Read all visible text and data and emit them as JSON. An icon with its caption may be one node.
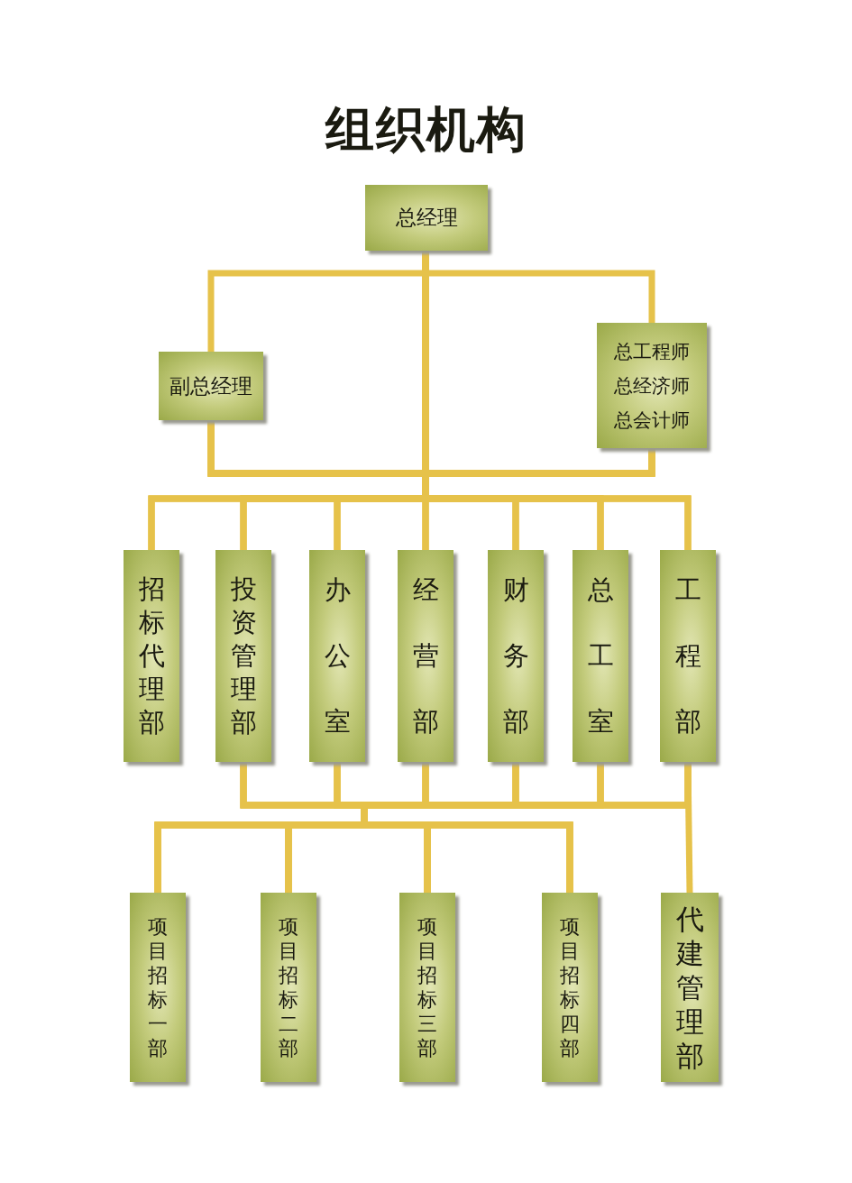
{
  "diagram": {
    "title": "组织机构",
    "nodes": [
      {
        "text": [
          "总经理"
        ]
      },
      {
        "text": [
          "副总经理"
        ]
      },
      {
        "text": [
          "总工程师",
          "总经济师",
          "总会计师"
        ]
      },
      {
        "text": [
          "招标代理部"
        ]
      },
      {
        "text": [
          "投资管理部"
        ]
      },
      {
        "text": [
          "办公室"
        ]
      },
      {
        "text": [
          "经营部"
        ]
      },
      {
        "text": [
          "财务部"
        ]
      },
      {
        "text": [
          "总工室"
        ]
      },
      {
        "text": [
          "工程部"
        ]
      },
      {
        "text": [
          "项目招标一部"
        ]
      },
      {
        "text": [
          "项目招标二部"
        ]
      },
      {
        "text": [
          "项目招标三部"
        ]
      },
      {
        "text": [
          "项目招标四部"
        ]
      },
      {
        "text": [
          "代建管理部"
        ]
      }
    ],
    "edges": [
      {
        "from": 0,
        "to": 1,
        "arrow": "none"
      },
      {
        "from": 0,
        "to": 2,
        "arrow": "none"
      },
      {
        "from": 0,
        "to": 3,
        "arrow": "none"
      },
      {
        "from": 0,
        "to": 4,
        "arrow": "none"
      },
      {
        "from": 0,
        "to": 5,
        "arrow": "none"
      },
      {
        "from": 0,
        "to": 6,
        "arrow": "none"
      },
      {
        "from": 0,
        "to": 7,
        "arrow": "none"
      },
      {
        "from": 0,
        "to": 8,
        "arrow": "none"
      },
      {
        "from": 0,
        "to": 9,
        "arrow": "none"
      },
      {
        "from": 1,
        "to": 3,
        "arrow": "none"
      },
      {
        "from": 1,
        "to": 4,
        "arrow": "none"
      },
      {
        "from": 1,
        "to": 5,
        "arrow": "none"
      },
      {
        "from": 1,
        "to": 6,
        "arrow": "none"
      },
      {
        "from": 1,
        "to": 7,
        "arrow": "none"
      },
      {
        "from": 1,
        "to": 8,
        "arrow": "none"
      },
      {
        "from": 1,
        "to": 9,
        "arrow": "none"
      },
      {
        "from": 2,
        "to": 3,
        "arrow": "none"
      },
      {
        "from": 2,
        "to": 4,
        "arrow": "none"
      },
      {
        "from": 2,
        "to": 5,
        "arrow": "none"
      },
      {
        "from": 2,
        "to": 6,
        "arrow": "none"
      },
      {
        "from": 2,
        "to": 7,
        "arrow": "none"
      },
      {
        "from": 2,
        "to": 8,
        "arrow": "none"
      },
      {
        "from": 2,
        "to": 9,
        "arrow": "none"
      },
      {
        "from": 4,
        "to": 10,
        "arrow": "none"
      },
      {
        "from": 4,
        "to": 11,
        "arrow": "none"
      },
      {
        "from": 4,
        "to": 12,
        "arrow": "none"
      },
      {
        "from": 4,
        "to": 13,
        "arrow": "none"
      },
      {
        "from": 5,
        "to": 10,
        "arrow": "none"
      },
      {
        "from": 5,
        "to": 11,
        "arrow": "none"
      },
      {
        "from": 5,
        "to": 12,
        "arrow": "none"
      },
      {
        "from": 5,
        "to": 13,
        "arrow": "none"
      },
      {
        "from": 6,
        "to": 10,
        "arrow": "none"
      },
      {
        "from": 6,
        "to": 11,
        "arrow": "none"
      },
      {
        "from": 6,
        "to": 12,
        "arrow": "none"
      },
      {
        "from": 6,
        "to": 13,
        "arrow": "none"
      },
      {
        "from": 7,
        "to": 10,
        "arrow": "none"
      },
      {
        "from": 7,
        "to": 11,
        "arrow": "none"
      },
      {
        "from": 7,
        "to": 12,
        "arrow": "none"
      },
      {
        "from": 7,
        "to": 13,
        "arrow": "none"
      },
      {
        "from": 8,
        "to": 10,
        "arrow": "none"
      },
      {
        "from": 8,
        "to": 11,
        "arrow": "none"
      },
      {
        "from": 8,
        "to": 12,
        "arrow": "none"
      },
      {
        "from": 8,
        "to": 13,
        "arrow": "none"
      },
      {
        "from": 9,
        "to": 10,
        "arrow": "none"
      },
      {
        "from": 9,
        "to": 11,
        "arrow": "none"
      },
      {
        "from": 9,
        "to": 12,
        "arrow": "none"
      },
      {
        "from": 9,
        "to": 13,
        "arrow": "none"
      },
      {
        "from": 9,
        "to": 14,
        "arrow": "none"
      }
    ]
  }
}
